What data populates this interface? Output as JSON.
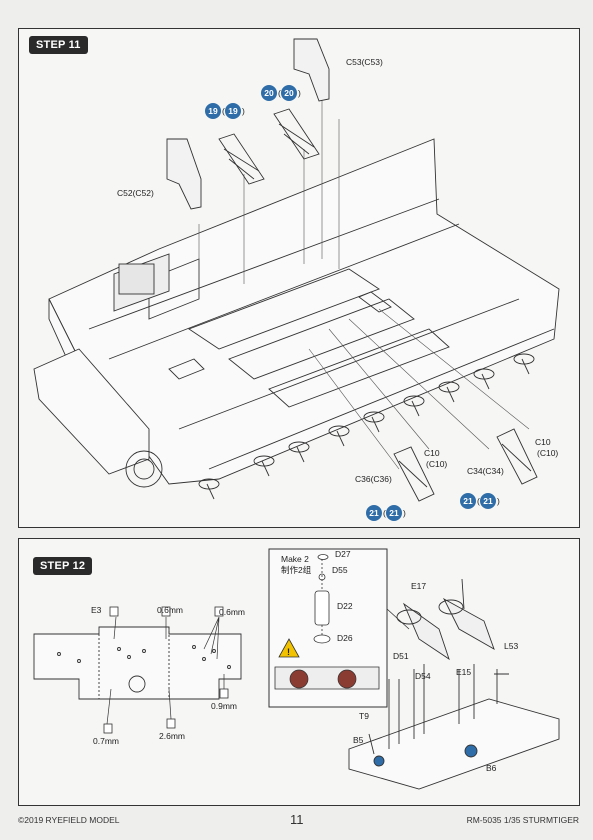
{
  "step11": {
    "title": "STEP 11",
    "labels": {
      "c53": "C53(C53)",
      "c52": "C52(C52)",
      "c10a": "C10",
      "c10a_sub": "(C10)",
      "c10b": "C10",
      "c10b_sub": "(C10)",
      "c36": "C36(C36)",
      "c34": "C34(C34)"
    },
    "badges": {
      "b19": "19",
      "b19p": "19",
      "b20": "20",
      "b20p": "20",
      "b21a": "21",
      "b21ap": "21",
      "b21b": "21",
      "b21bp": "21"
    }
  },
  "step12": {
    "title": "STEP 12",
    "labels": {
      "e3": "E3",
      "mm06a": "0.6mm",
      "mm06b": "0.6mm",
      "mm09": "0.9mm",
      "mm07": "0.7mm",
      "mm26": "2.6mm",
      "make2": "Make 2",
      "make2_cn": "制作2组",
      "d27": "D27",
      "d55": "D55",
      "d22": "D22",
      "d26": "D26",
      "e17": "E17",
      "d51": "D51",
      "d54": "D54",
      "e15": "E15",
      "l53": "L53",
      "t9": "T9",
      "b5": "B5",
      "b6": "B6"
    }
  },
  "footer": {
    "copyright": "©2019 RYEFIELD MODEL",
    "page_number": "11",
    "product": "RM-5035 1/35 STURMTIGER"
  },
  "colors": {
    "badge_blue": "#2f6da8",
    "step_label_bg": "#2a2a2a",
    "warning_yellow": "#f2c200"
  }
}
